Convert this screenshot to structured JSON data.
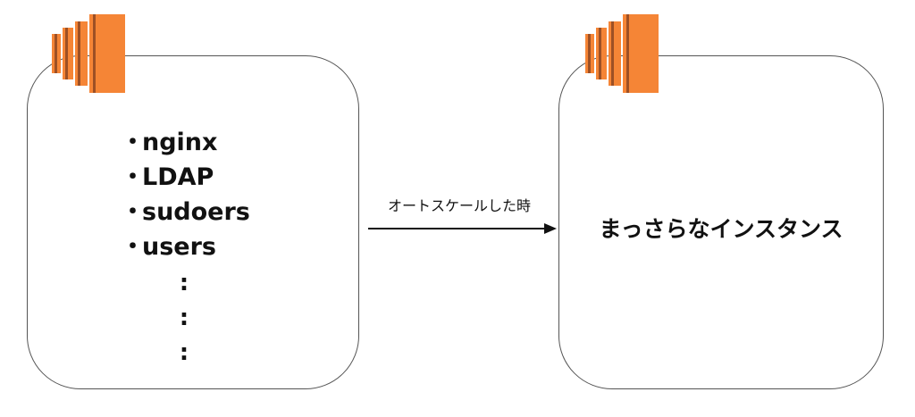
{
  "left_instance": {
    "icon": "ec2-instance-icon",
    "items": [
      {
        "bullet": "・",
        "label": "nginx"
      },
      {
        "bullet": "・",
        "label": "LDAP"
      },
      {
        "bullet": "・",
        "label": "sudoers"
      },
      {
        "bullet": "・",
        "label": "users"
      }
    ],
    "continuation": [
      ":",
      ":",
      ":"
    ]
  },
  "transition": {
    "label": "オートスケールした時"
  },
  "right_instance": {
    "icon": "ec2-instance-icon",
    "label": "まっさらなインスタンス"
  },
  "colors": {
    "icon_orange": "#f58536",
    "icon_dark": "#9d5025",
    "border": "#555555",
    "arrow": "#111111"
  }
}
